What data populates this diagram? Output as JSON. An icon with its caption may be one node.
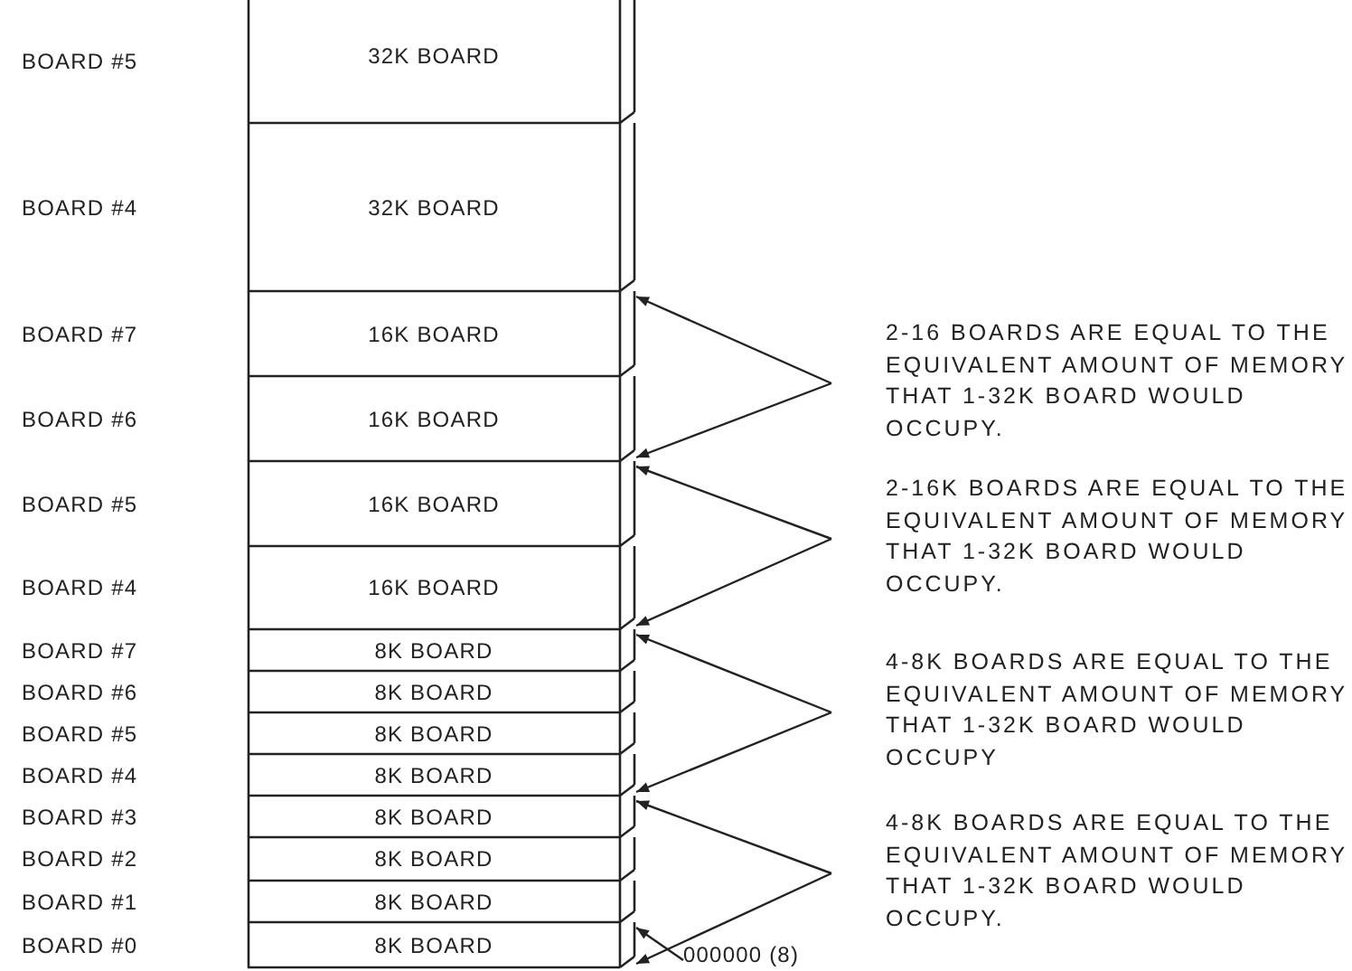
{
  "diagram": {
    "nodes": [
      {
        "text": [
          "32K BOARD"
        ]
      },
      {
        "text": [
          "32K BOARD"
        ]
      },
      {
        "text": [
          "16K BOARD"
        ]
      },
      {
        "text": [
          "16K BOARD"
        ]
      },
      {
        "text": [
          "16K BOARD"
        ]
      },
      {
        "text": [
          "16K BOARD"
        ]
      },
      {
        "text": [
          "8K BOARD"
        ]
      },
      {
        "text": [
          "8K BOARD"
        ]
      },
      {
        "text": [
          "8K BOARD"
        ]
      },
      {
        "text": [
          "8K BOARD"
        ]
      },
      {
        "text": [
          "8K BOARD"
        ]
      },
      {
        "text": [
          "8K BOARD"
        ]
      },
      {
        "text": [
          "8K BOARD"
        ]
      },
      {
        "text": [
          "8K BOARD"
        ]
      },
      {
        "text": [
          "2-16 BOARDS ARE EQUAL TO THE EQUIVALENT AMOUNT OF MEMORY THAT 1-32K BOARD WOULD OCCUPY."
        ]
      },
      {
        "text": [
          "2-16K BOARDS ARE EQUAL TO THE EQUIVALENT AMOUNT OF MEMORY THAT 1-32K BOARD WOULD OCCUPY."
        ]
      },
      {
        "text": [
          "4-8K BOARDS ARE EQUAL TO THE EQUIVALENT AMOUNT OF MEMORY THAT 1-32K BOARD WOULD OCCUPY"
        ]
      },
      {
        "text": [
          "4-8K BOARDS ARE EQUAL TO THE EQUIVALENT AMOUNT OF MEMORY THAT 1-32K BOARD WOULD OCCUPY."
        ]
      },
      {
        "text": [
          "000000 (8)"
        ]
      }
    ],
    "edges": [
      {
        "from": 14,
        "to": 2,
        "arrow": "to"
      },
      {
        "from": 14,
        "to": 3,
        "arrow": "to"
      },
      {
        "from": 15,
        "to": 4,
        "arrow": "to"
      },
      {
        "from": 15,
        "to": 5,
        "arrow": "to"
      },
      {
        "from": 16,
        "to": 6,
        "arrow": "to"
      },
      {
        "from": 16,
        "to": 9,
        "arrow": "to"
      },
      {
        "from": 17,
        "to": 10,
        "arrow": "to"
      },
      {
        "from": 17,
        "to": 13,
        "arrow": "to"
      },
      {
        "from": 18,
        "to": 13,
        "arrow": "to"
      }
    ],
    "labels": [
      "BOARD #5",
      "BOARD #4",
      "BOARD #7",
      "BOARD #6",
      "BOARD #5",
      "BOARD #4",
      "BOARD #7",
      "BOARD #6",
      "BOARD #5",
      "BOARD #4",
      "BOARD #3",
      "BOARD #2",
      "BOARD #1",
      "BOARD #0"
    ]
  }
}
